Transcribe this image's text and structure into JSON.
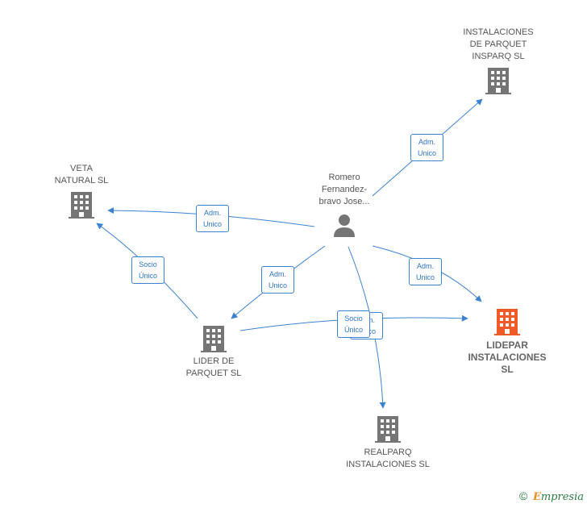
{
  "colors": {
    "company": "#757575",
    "focus_company": "#f05a28",
    "person": "#757575",
    "edge": "#3b82d0",
    "edge_text": "#2f73c4"
  },
  "nodes": {
    "instalaciones": {
      "label": "INSTALACIONES\nDE PARQUET\nINSPARQ SL",
      "icon": "building-icon"
    },
    "veta": {
      "label": "VETA\nNATURAL  SL",
      "icon": "building-icon"
    },
    "romero": {
      "label": "Romero\nFernandez-\nbravo Jose...",
      "icon": "person-icon"
    },
    "lider": {
      "label": "LIDER DE\nPARQUET SL",
      "icon": "building-icon"
    },
    "lidepar": {
      "label": "LIDEPAR\nINSTALACIONES\nSL",
      "icon": "building-icon"
    },
    "realparq": {
      "label": "REALPARQ\nINSTALACIONES SL",
      "icon": "building-icon"
    }
  },
  "edge_labels": {
    "romero_instalaciones": "Adm.\nUnico",
    "romero_veta": "Adm.\nUnico",
    "lider_veta": "Socio\nÚnico",
    "romero_lider": "Adm.\nUnico",
    "romero_lidepar": "Adm.\nUnico",
    "romero_realparq": "Adm.\nUnico",
    "lider_lidepar": "Socio\nÚnico"
  },
  "brand": {
    "copyright": "©",
    "name_first": "E",
    "name_rest": "mpresia"
  }
}
